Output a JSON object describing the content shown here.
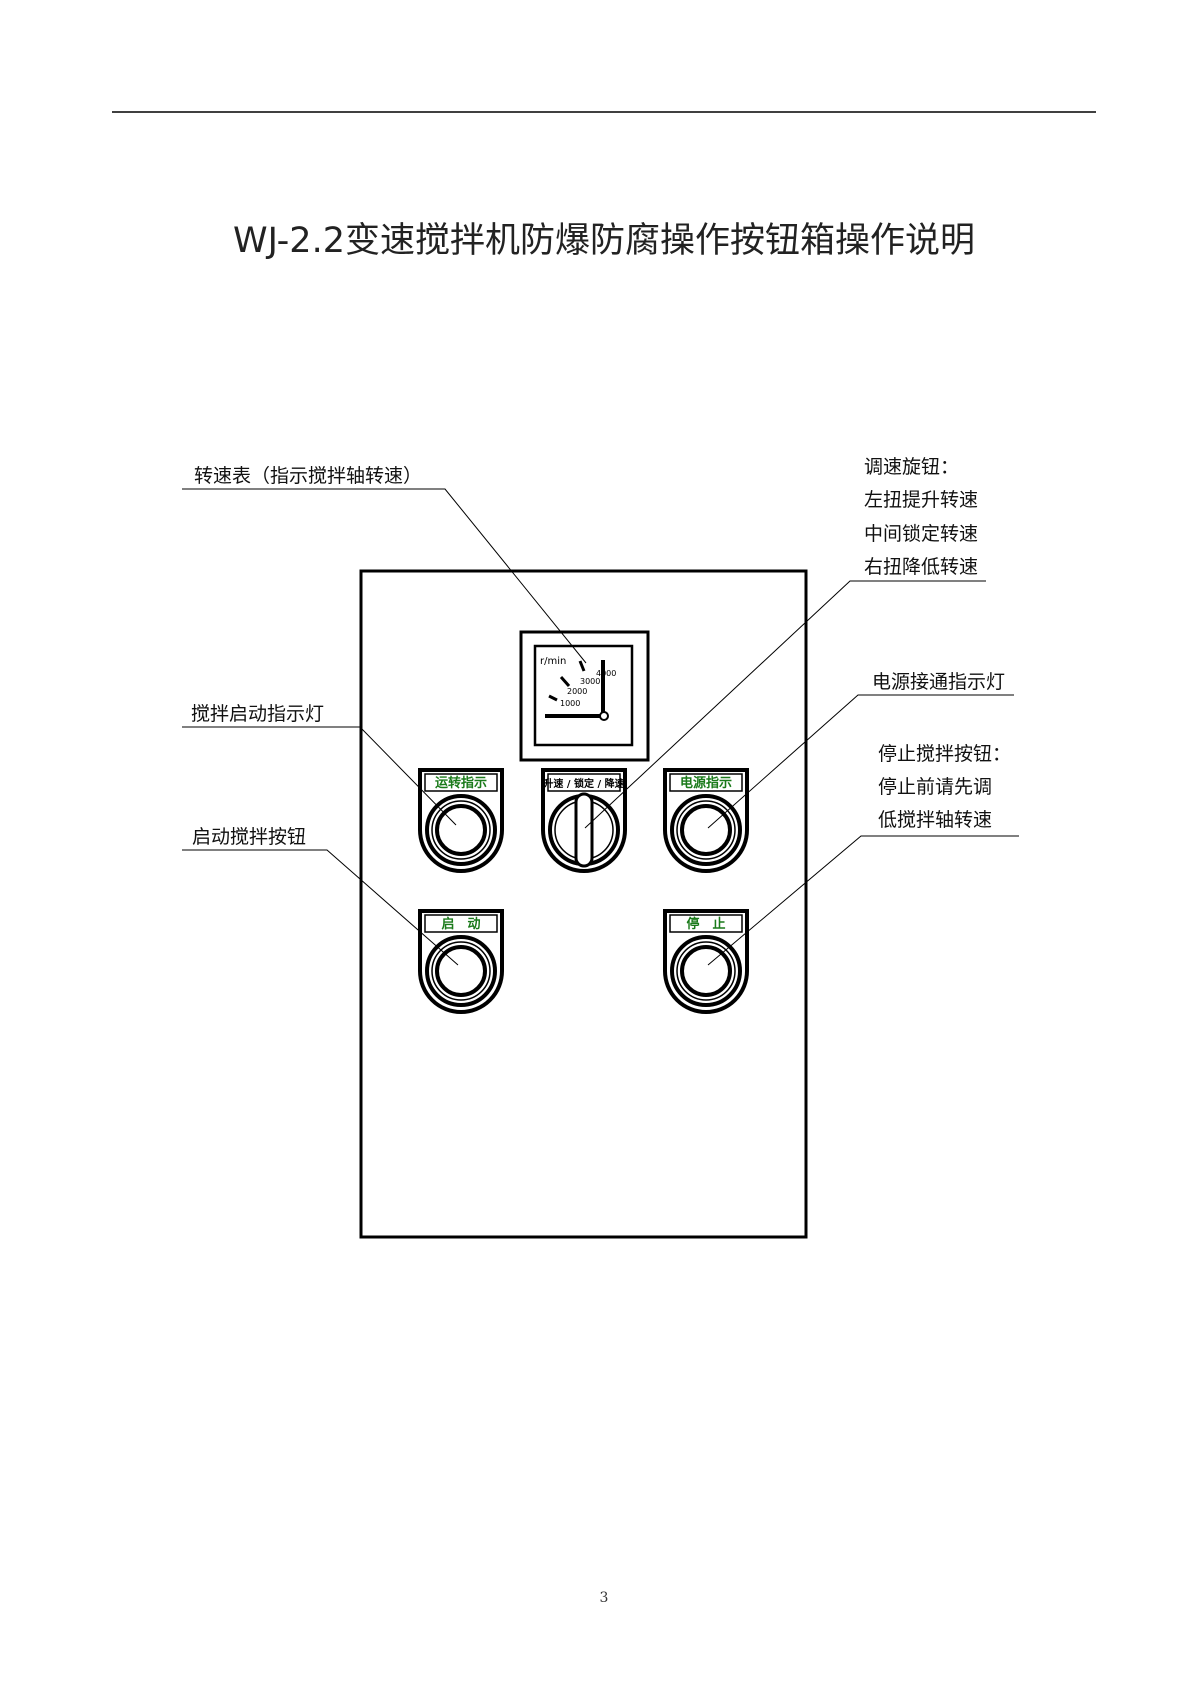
{
  "title": "WJ-2.2变速搅拌机防爆防腐操作按钮箱操作说明",
  "page_number": "3",
  "callouts": {
    "tachometer": "转速表（指示搅拌轴转速）",
    "run_indicator": "搅拌启动指示灯",
    "start_button": "启动搅拌按钮",
    "speed_knob": [
      "调速旋钮：",
      "左扭提升转速",
      "中间锁定转速",
      "右扭降低转速"
    ],
    "power_indicator": "电源接通指示灯",
    "stop_button": [
      "停止搅拌按钮：",
      "停止前请先调",
      "低搅拌轴转速"
    ]
  },
  "panel": {
    "gauge": {
      "unit": "r/min",
      "ticks": [
        "1000",
        "2000",
        "3000",
        "4000"
      ]
    },
    "plates": {
      "run": "运转指示",
      "selector": "升速 / 锁定 / 降速",
      "power": "电源指示",
      "start": "启　动",
      "stop": "停　止"
    }
  },
  "colors": {
    "plate_text": "#1a7a1a"
  }
}
